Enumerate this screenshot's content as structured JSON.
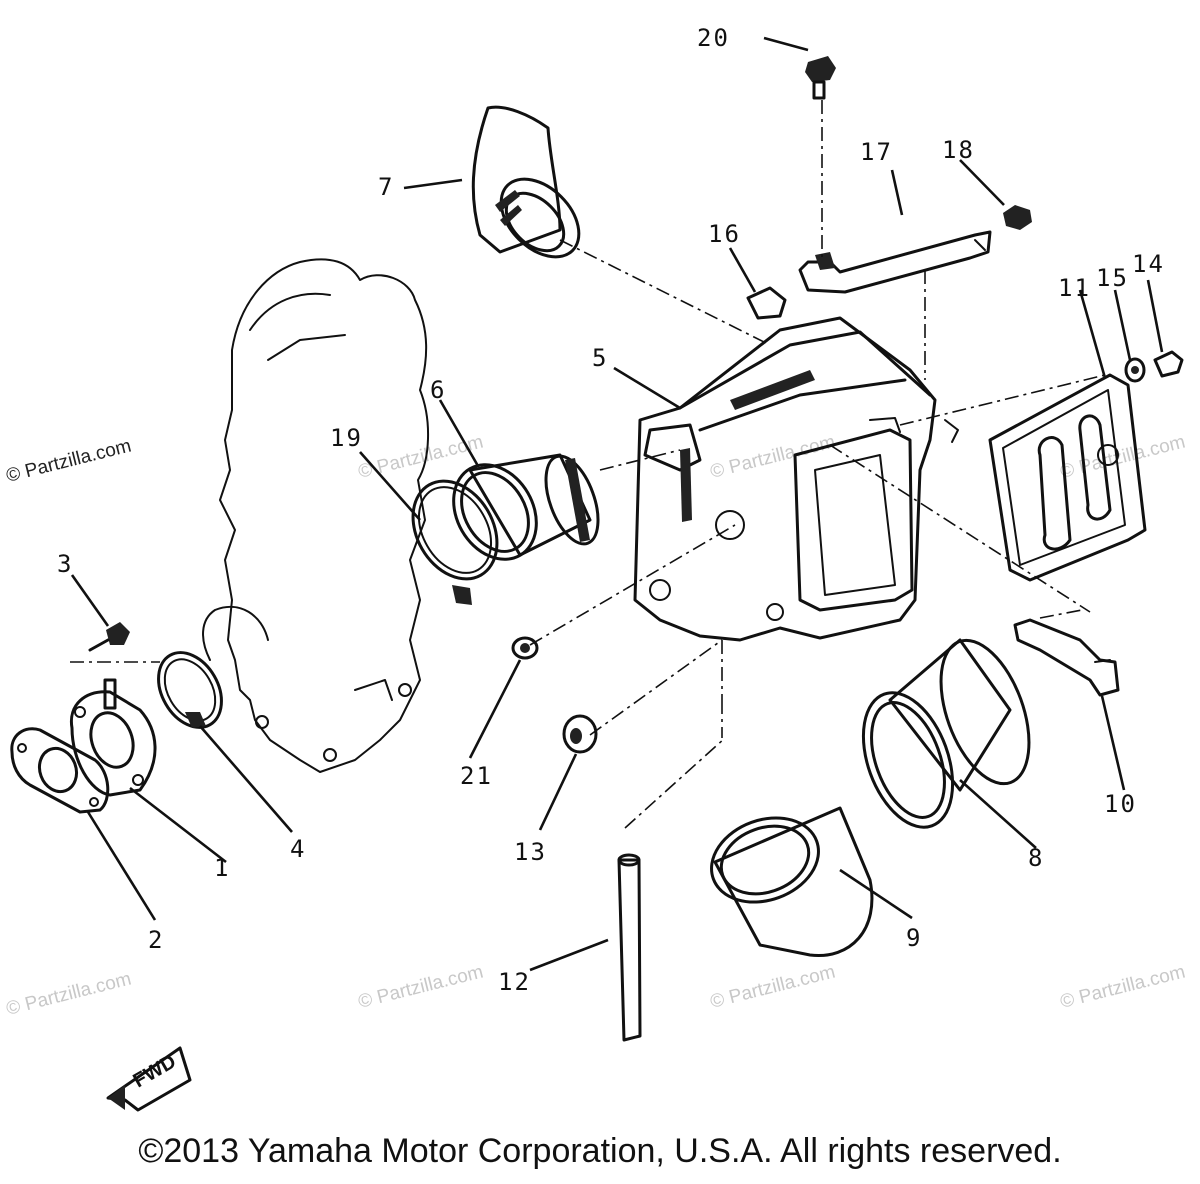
{
  "diagram": {
    "labels": [
      "1",
      "2",
      "3",
      "4",
      "5",
      "6",
      "7",
      "8",
      "9",
      "10",
      "11",
      "12",
      "13",
      "14",
      "15",
      "16",
      "17",
      "18",
      "19",
      "20",
      "21"
    ],
    "watermark": "© Partzilla.com",
    "fwd_text": "FWD",
    "copyright": "©2013 Yamaha Motor Corporation, U.S.A. All rights reserved."
  }
}
